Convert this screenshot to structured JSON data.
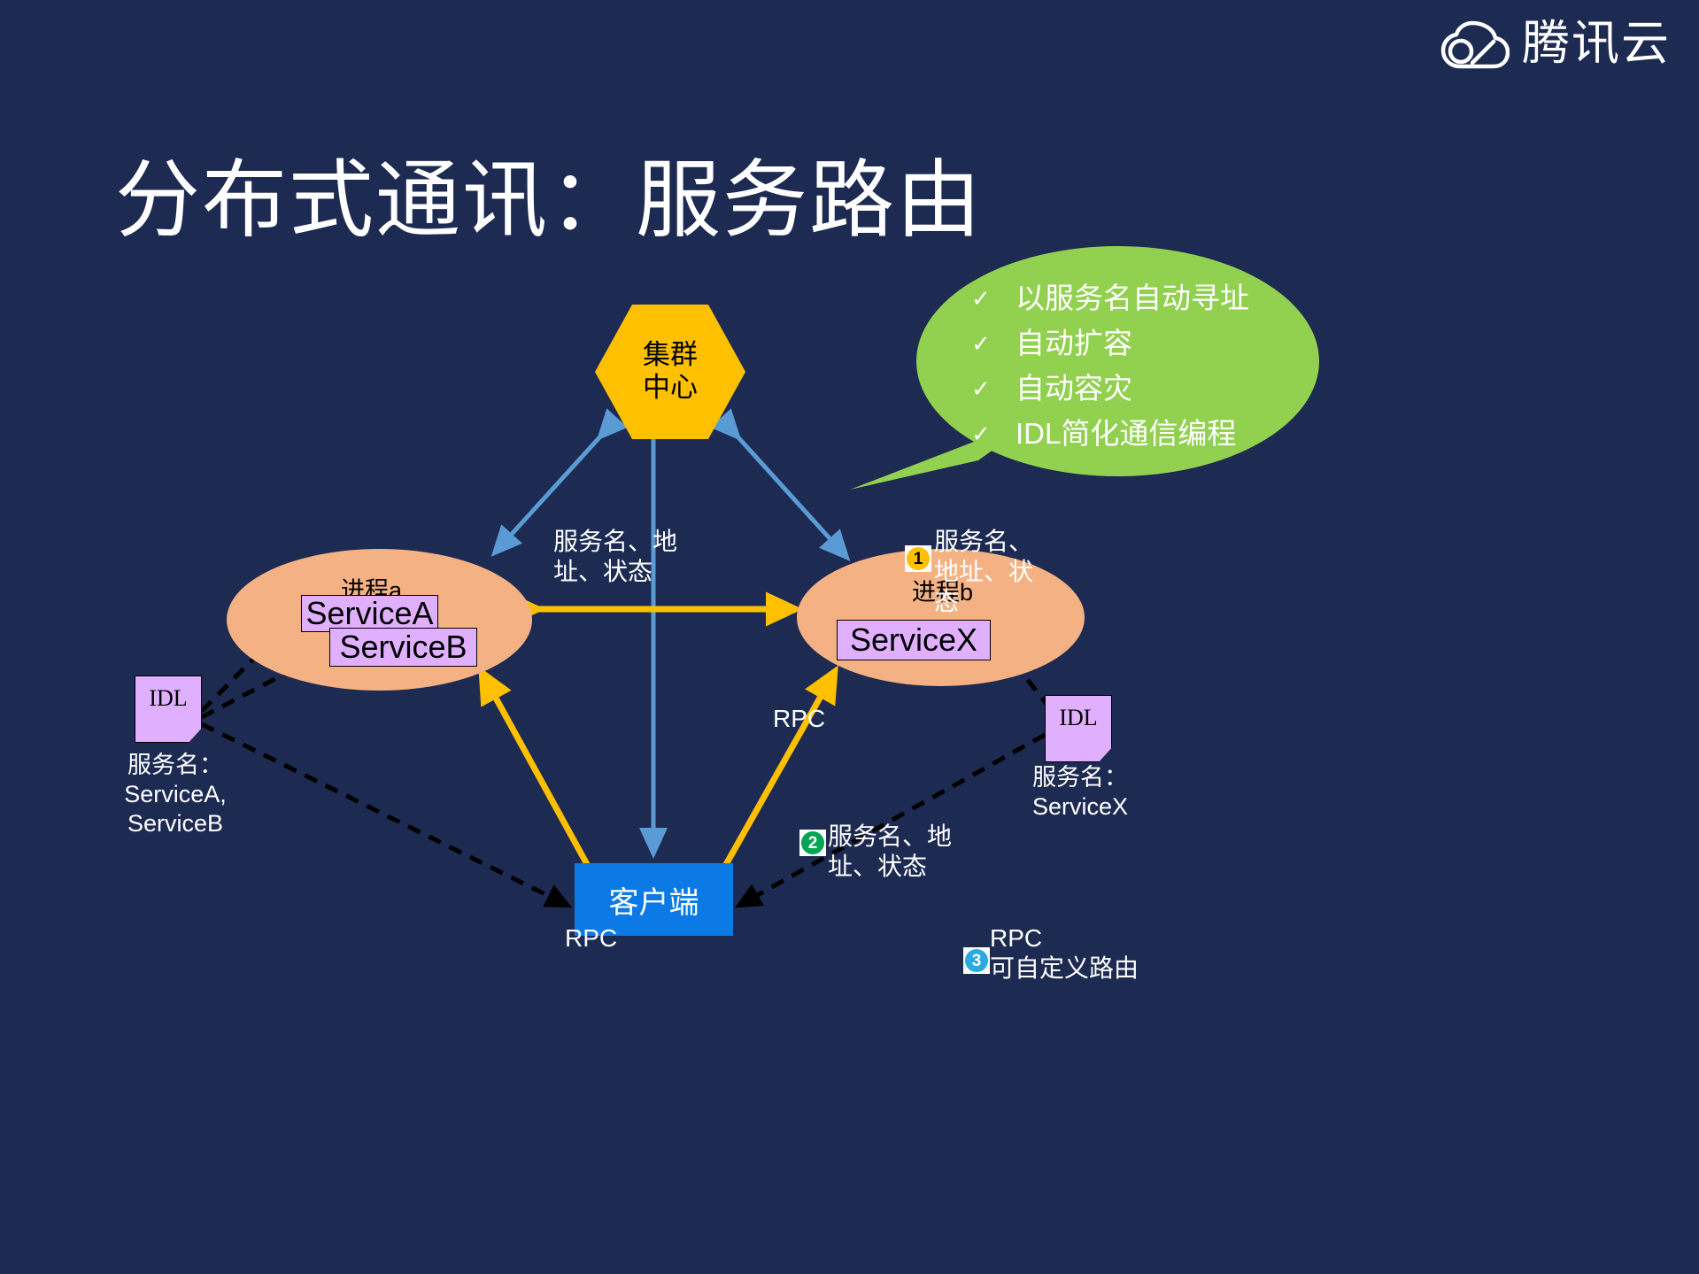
{
  "brand": {
    "logo_text": "腾讯云",
    "logo_icon": "tencent-cloud-icon",
    "logo_color": "#ffffff"
  },
  "slide": {
    "title": "分布式通讯：服务路由",
    "background_color": "#1d2a52"
  },
  "callout": {
    "background_color": "#92d050",
    "check_glyph": "✓",
    "items": [
      {
        "label": "以服务名自动寻址"
      },
      {
        "label": "自动扩容"
      },
      {
        "label": "自动容灾"
      },
      {
        "label": "IDL简化通信编程"
      }
    ]
  },
  "diagram": {
    "registry": {
      "line1": "集群",
      "line2": "中心",
      "fill": "#ffc000",
      "text_color": "#000000"
    },
    "process_a": {
      "title": "进程a",
      "fill": "#f4b183",
      "services": [
        {
          "label": "ServiceA"
        },
        {
          "label": "ServiceB"
        }
      ]
    },
    "process_b": {
      "title": "进程b",
      "fill": "#f4b183",
      "services": [
        {
          "label": "ServiceX"
        }
      ]
    },
    "client": {
      "label": "客户端",
      "fill": "#0c7ae5",
      "text_color": "#ffffff"
    },
    "idl_left": {
      "label": "IDL",
      "caption_line1": "服务名：",
      "caption_line2": "ServiceA,",
      "caption_line3": " ServiceB",
      "fill": "#e0b0ff"
    },
    "idl_right": {
      "label": "IDL",
      "caption_line1": "服务名：",
      "caption_line2": "ServiceX",
      "fill": "#e0b0ff"
    },
    "labels": {
      "reg_left_line1": "服务名、地",
      "reg_left_line2": "址、状态",
      "reg_right_line1": "服务名、",
      "reg_right_line2": "地址、状",
      "reg_right_line3": "态",
      "rpc_top": "RPC",
      "rpc_left": "RPC",
      "rpc_right_line1": "RPC",
      "rpc_right_line2": "可自定义路由",
      "center_line1": "服务名、地",
      "center_line2": "址、状态"
    },
    "badges": [
      {
        "number": "1",
        "color": "#ffc000"
      },
      {
        "number": "2",
        "color": "#00a651"
      },
      {
        "number": "3",
        "color": "#29abe2"
      }
    ],
    "connector_colors": {
      "registry_link": "#5b9bd5",
      "rpc_link": "#ffc000",
      "idl_link": "#000000"
    }
  }
}
